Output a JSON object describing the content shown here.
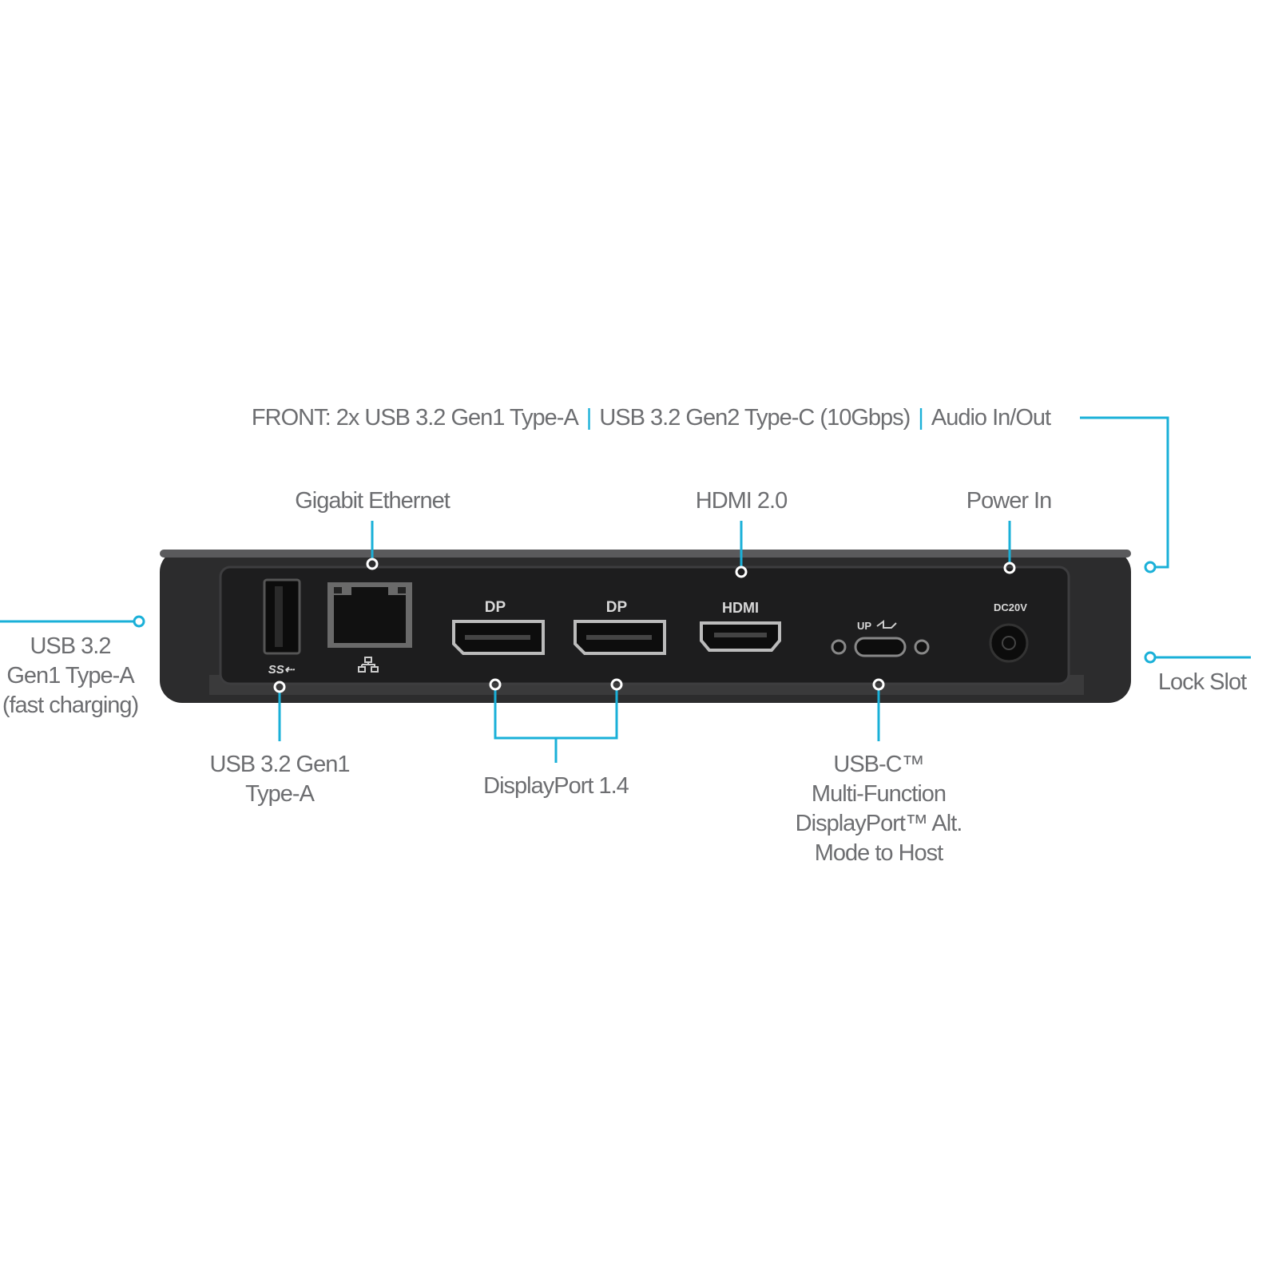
{
  "front_label": {
    "parts": [
      "FRONT: 2x USB 3.2 Gen1 Type-A",
      "USB 3.2 Gen2 Type-C (10Gbps)",
      "Audio In/Out"
    ],
    "separator": "|"
  },
  "top_labels": {
    "ethernet": "Gigabit Ethernet",
    "hdmi": "HDMI 2.0",
    "power": "Power In"
  },
  "side_labels": {
    "left_usb": [
      "USB 3.2",
      "Gen1 Type-A",
      "(fast charging)"
    ],
    "lock": "Lock Slot"
  },
  "bottom_labels": {
    "usb": [
      "USB 3.2 Gen1",
      "Type-A"
    ],
    "displayport": "DisplayPort 1.4",
    "usbc": [
      "USB-C™",
      "Multi-Function",
      "DisplayPort™ Alt.",
      "Mode to Host"
    ]
  },
  "port_markings": {
    "usb": "SS⇠",
    "dp": "DP",
    "hdmi": "HDMI",
    "usbc": "UP",
    "dc": "DC20V"
  },
  "colors": {
    "accent": "#1ab0d8",
    "text": "#6d6e71",
    "device": "#2b2b2c"
  }
}
